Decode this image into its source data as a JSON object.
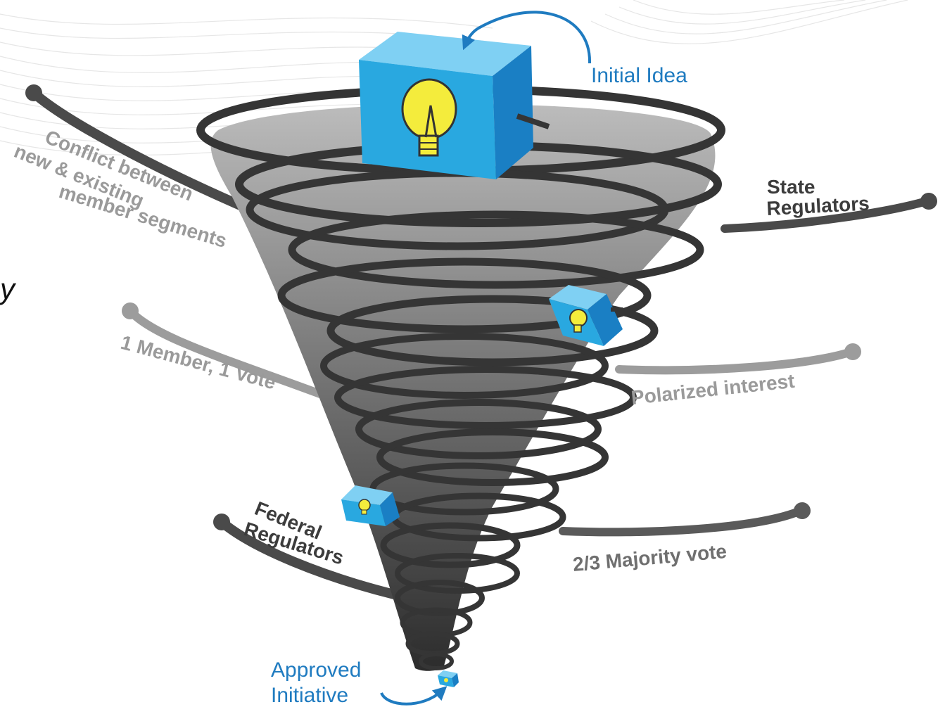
{
  "diagram": {
    "labels": {
      "initial_idea": "Initial Idea",
      "state_regulators_1": "State",
      "state_regulators_2": "Regulators",
      "conflict_1": "Conflict between",
      "conflict_2": "new & existing",
      "conflict_3": "member segments",
      "one_member": "1 Member, 1 Vote",
      "polarized": "Polarized interest",
      "federal_1": "Federal",
      "federal_2": "Regulators",
      "majority": "2/3 Majority vote",
      "approved_1": "Approved",
      "approved_2": "Initiative",
      "cut_off_text": "y"
    },
    "colors": {
      "accent_blue": "#1f7bc0",
      "cube_front": "#29a8e0",
      "cube_side": "#1a7fc4",
      "cube_top": "#7fd0f3",
      "bulb": "#f4ec3c",
      "tornado_dark": "#3a3a3a",
      "label_gray": "#9a9a9a"
    },
    "icons": [
      "lightbulb-icon",
      "cube-icon",
      "curved-arrow-icon"
    ]
  }
}
